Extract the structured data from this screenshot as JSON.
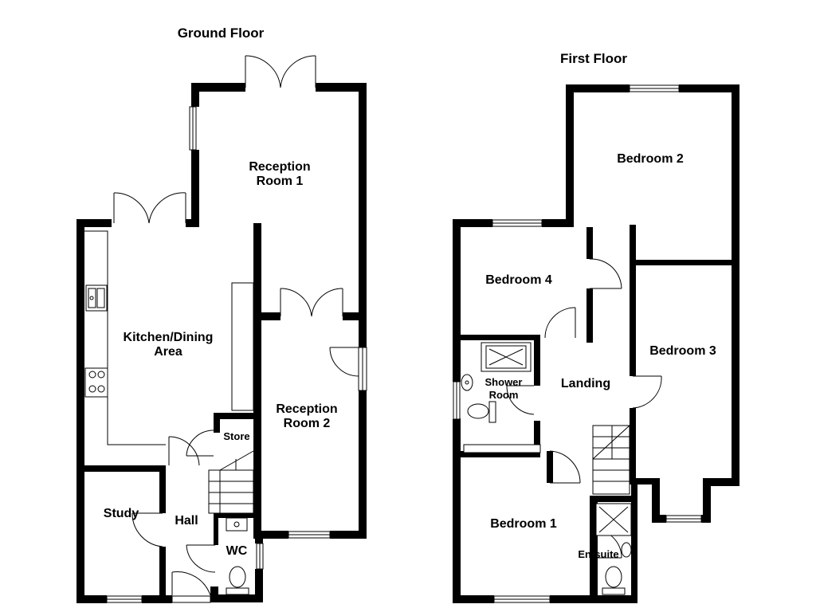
{
  "plans": {
    "ground": {
      "title": "Ground Floor",
      "rooms": {
        "reception1": [
          "Reception",
          "Room 1"
        ],
        "kitchen": [
          "Kitchen/Dining",
          "Area"
        ],
        "reception2": [
          "Reception",
          "Room 2"
        ],
        "store": "Store",
        "study": "Study",
        "hall": "Hall",
        "wc": "WC"
      }
    },
    "first": {
      "title": "First Floor",
      "rooms": {
        "bedroom2": "Bedroom 2",
        "bedroom4": "Bedroom 4",
        "bedroom3": "Bedroom 3",
        "shower": [
          "Shower",
          "Room"
        ],
        "landing": "Landing",
        "bedroom1": "Bedroom 1",
        "ensuite": "En-suite"
      }
    }
  }
}
